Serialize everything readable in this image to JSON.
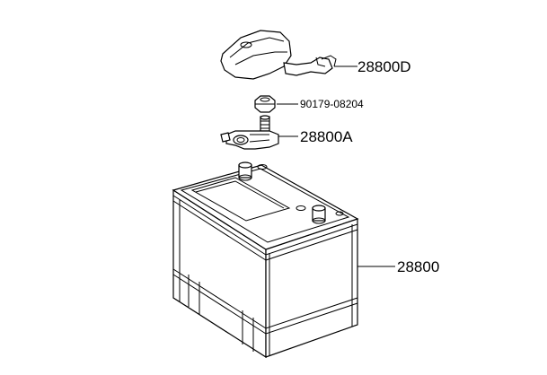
{
  "parts": {
    "cover_label": "28800D",
    "nut_label": "90179-08204",
    "clamp_label": "28800A",
    "battery_label": "28800"
  },
  "colors": {
    "line": "#000000",
    "background": "#ffffff"
  }
}
